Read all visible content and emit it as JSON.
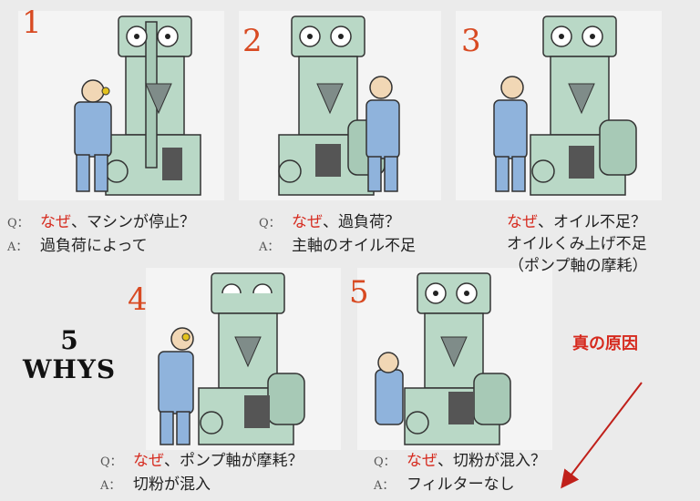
{
  "title": {
    "number": "5",
    "word": "WHYS"
  },
  "panels": [
    {
      "number": "1",
      "q_prefix": "Q：",
      "a_prefix": "A：",
      "q_red": "なぜ",
      "q_rest": "、マシンが停止？",
      "a": "過負荷によって"
    },
    {
      "number": "2",
      "q_prefix": "Q：",
      "a_prefix": "A：",
      "q_red": "なぜ",
      "q_rest": "、過負荷？",
      "a": "主軸のオイル不足"
    },
    {
      "number": "3",
      "q_red": "なぜ",
      "q_rest": "、オイル不足？",
      "a": "オイルくみ上げ不足",
      "a2": "（ポンプ軸の摩耗）"
    },
    {
      "number": "4",
      "q_prefix": "Q：",
      "a_prefix": "A：",
      "q_red": "なぜ",
      "q_rest": "、ポンプ軸が摩耗？",
      "a": "切粉が混入"
    },
    {
      "number": "5",
      "q_prefix": "Q：",
      "a_prefix": "A：",
      "q_red": "なぜ",
      "q_rest": "、切粉が混入？",
      "a": "フィルターなし"
    }
  ],
  "root_cause_label": "真の原因",
  "colors": {
    "accent": "#d84a22",
    "question_red": "#d62a1e",
    "machine": "#b9d8c6",
    "worker": "#8fb3dc"
  }
}
